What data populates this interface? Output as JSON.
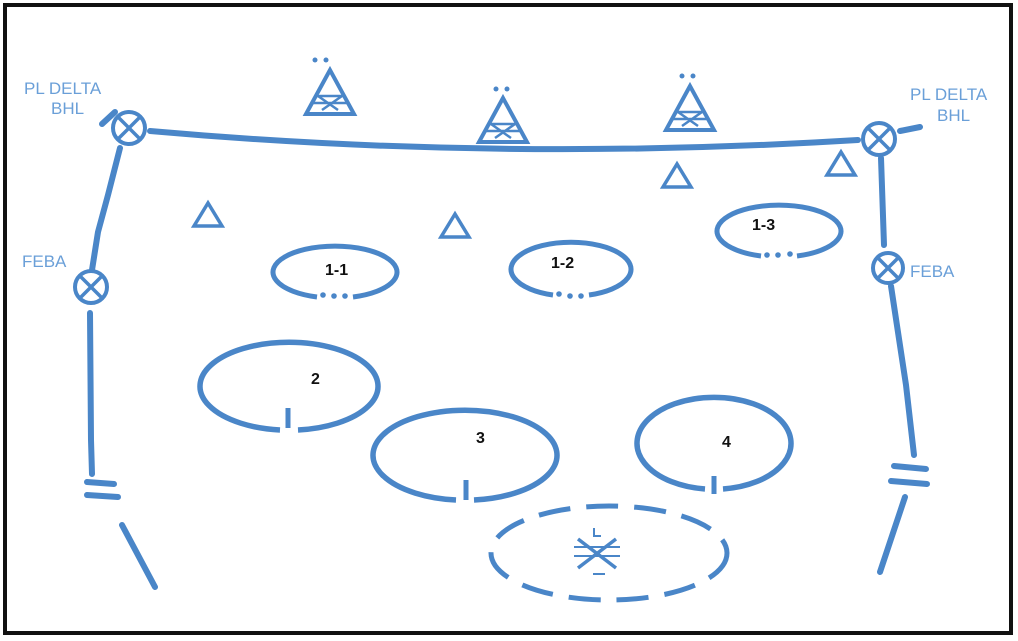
{
  "colors": {
    "symbol": "#4a86c8",
    "label": "#6a9fd8",
    "number": "#111111",
    "frame": "#111111"
  },
  "phase_line": {
    "name": "PL DELTA",
    "sub": "BHL"
  },
  "feba_label": "FEBA",
  "positions": [
    {
      "id": "1-1"
    },
    {
      "id": "1-2"
    },
    {
      "id": "1-3"
    },
    {
      "id": "2"
    },
    {
      "id": "3"
    },
    {
      "id": "4"
    }
  ],
  "icons": [
    "phase-line-contact-point-icon",
    "observation-post-icon",
    "triangle-icon",
    "mortar-symbol-icon",
    "hamburger-break-icon"
  ]
}
